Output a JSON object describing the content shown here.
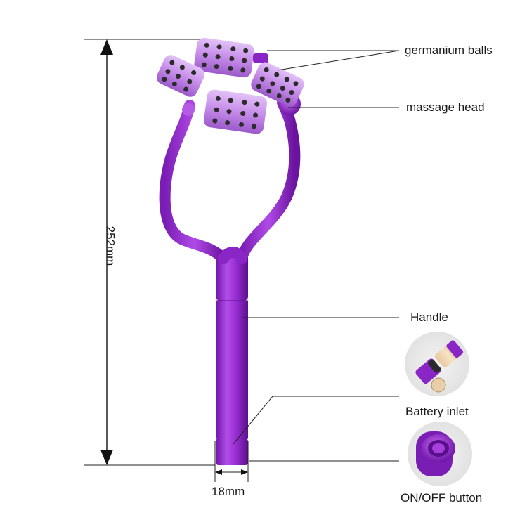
{
  "product": {
    "name": "facial massage roller",
    "color": "#9b2fd6",
    "roller_color": "#c58be8"
  },
  "callouts": {
    "germanium_balls": "germanium balls",
    "massage_head": "massage head",
    "handle": "Handle",
    "battery_inlet": "Battery inlet",
    "on_off_button": "ON/OFF button"
  },
  "dimensions": {
    "height": "252mm",
    "width": "18mm"
  },
  "icons": {
    "battery_detail": "battery-inlet-photo",
    "button_detail": "on-off-button-photo"
  }
}
